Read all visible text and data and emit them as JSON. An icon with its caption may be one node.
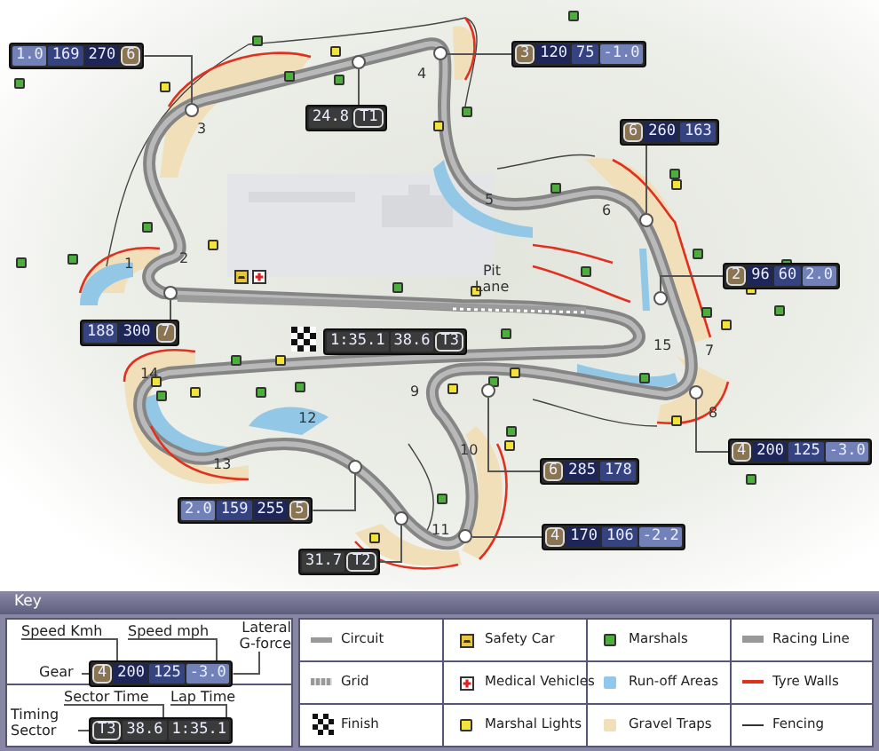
{
  "diagram": {
    "nodes": [
      {
        "text": [
          "1.0",
          "169",
          "270",
          "6"
        ]
      },
      {
        "text": [],
        "shape": "circle"
      },
      {
        "text": [
          "3",
          "120",
          "75",
          "-1.0"
        ]
      },
      {
        "text": [],
        "shape": "circle"
      },
      {
        "text": [
          "24.8",
          "T1"
        ]
      },
      {
        "text": [],
        "shape": "circle"
      },
      {
        "text": [
          "6",
          "260",
          "163"
        ]
      },
      {
        "text": [],
        "shape": "circle"
      },
      {
        "text": [
          "2",
          "96",
          "60",
          "2.0"
        ]
      },
      {
        "text": [],
        "shape": "circle"
      },
      {
        "text": [
          "188",
          "300",
          "7"
        ]
      },
      {
        "text": [],
        "shape": "circle"
      },
      {
        "text": [
          "1:35.1",
          "38.6",
          "T3"
        ]
      },
      {
        "text": [
          "4",
          "200",
          "125",
          "-3.0"
        ]
      },
      {
        "text": [],
        "shape": "circle"
      },
      {
        "text": [
          "6",
          "285",
          "178"
        ]
      },
      {
        "text": [],
        "shape": "circle"
      },
      {
        "text": [
          "2.0",
          "159",
          "255",
          "5"
        ]
      },
      {
        "text": [],
        "shape": "circle"
      },
      {
        "text": [
          "4",
          "170",
          "106",
          "-2.2"
        ]
      },
      {
        "text": [],
        "shape": "circle"
      },
      {
        "text": [
          "31.7",
          "T2"
        ]
      },
      {
        "text": [],
        "shape": "circle"
      },
      {
        "text": [
          "Speed Kmh"
        ]
      },
      {
        "text": [
          "Speed mph"
        ]
      },
      {
        "text": [
          "Lateral G-force"
        ]
      },
      {
        "text": [
          "Gear"
        ]
      },
      {
        "text": [
          "4",
          "200",
          "125",
          "-3.0"
        ]
      },
      {
        "text": [
          "Sector Time"
        ]
      },
      {
        "text": [
          "Lap Time"
        ]
      },
      {
        "text": [
          "Timing Sector"
        ]
      },
      {
        "text": [
          "T3",
          "38.6",
          "1:35.1"
        ]
      }
    ],
    "edges": [
      {
        "from": 0,
        "to": 1,
        "arrow": "none"
      },
      {
        "from": 2,
        "to": 3,
        "arrow": "none"
      },
      {
        "from": 4,
        "to": 5,
        "arrow": "none"
      },
      {
        "from": 6,
        "to": 7,
        "arrow": "none"
      },
      {
        "from": 8,
        "to": 9,
        "arrow": "none"
      },
      {
        "from": 10,
        "to": 11,
        "arrow": "none"
      },
      {
        "from": 13,
        "to": 14,
        "arrow": "none"
      },
      {
        "from": 15,
        "to": 16,
        "arrow": "none"
      },
      {
        "from": 17,
        "to": 18,
        "arrow": "none"
      },
      {
        "from": 19,
        "to": 20,
        "arrow": "none"
      },
      {
        "from": 21,
        "to": 22,
        "arrow": "none"
      },
      {
        "from": 23,
        "to": 27,
        "arrow": "none"
      },
      {
        "from": 24,
        "to": 27,
        "arrow": "none"
      },
      {
        "from": 25,
        "to": 27,
        "arrow": "none"
      },
      {
        "from": 26,
        "to": 27,
        "arrow": "none"
      },
      {
        "from": 28,
        "to": 31,
        "arrow": "none"
      },
      {
        "from": 29,
        "to": 31,
        "arrow": "none"
      },
      {
        "from": 30,
        "to": 31,
        "arrow": "none"
      }
    ],
    "labels": [
      "4",
      "3",
      "5",
      "6",
      "2",
      "1",
      "Pit Lane",
      "15",
      "7",
      "14",
      "9",
      "8",
      "12",
      "10",
      "13",
      "11",
      "Key"
    ],
    "legend": [
      {
        "text": "Circuit"
      },
      {
        "text": "Safety Car"
      },
      {
        "text": "Marshals",
        "color": "#4caf3c"
      },
      {
        "text": "Racing Line"
      },
      {
        "text": "Grid"
      },
      {
        "text": "Medical Vehicles"
      },
      {
        "text": "Run-off Areas",
        "color": "#8fc8ea"
      },
      {
        "text": "Tyre Walls"
      },
      {
        "text": "Finish"
      },
      {
        "text": "Marshal Lights",
        "color": "#f2e23a"
      },
      {
        "text": "Gravel Traps",
        "color": "#f1dfb9"
      },
      {
        "text": "Fencing"
      }
    ]
  }
}
